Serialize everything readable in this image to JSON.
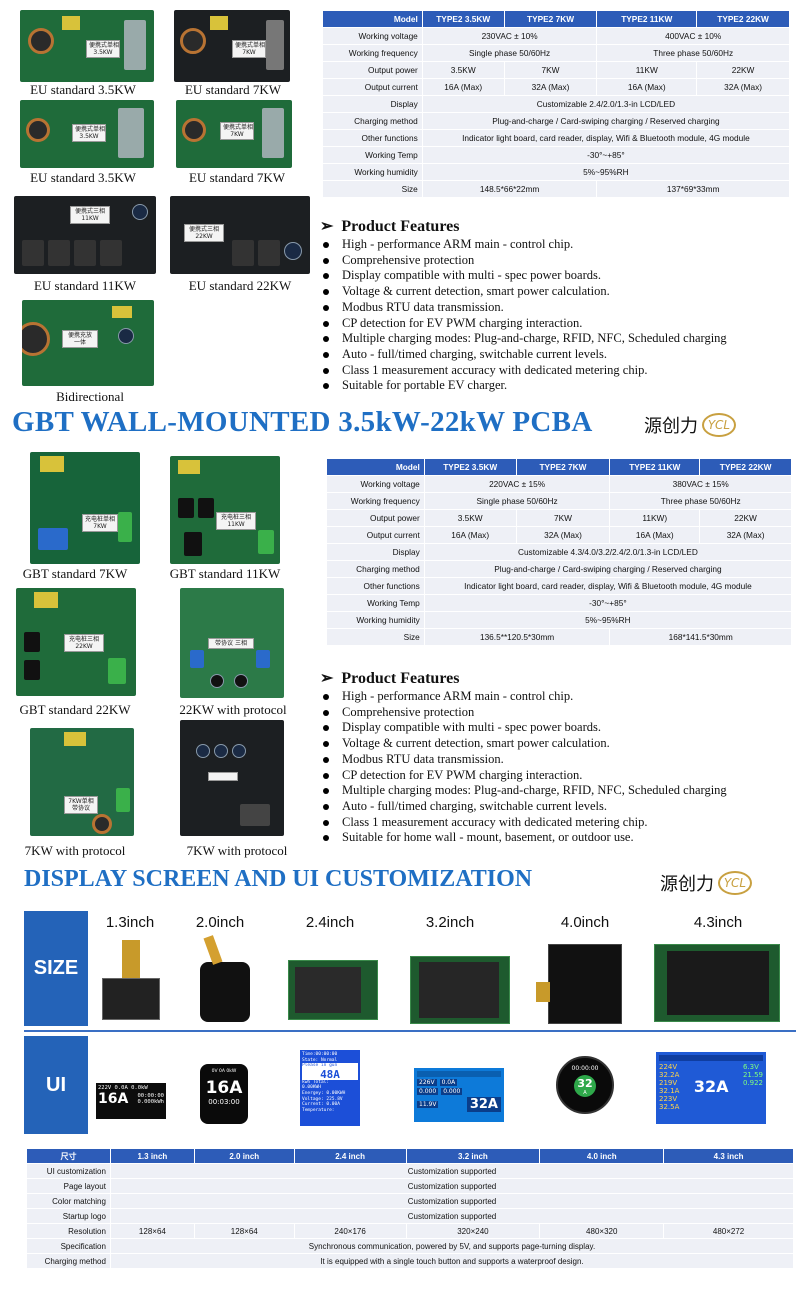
{
  "eu_boards": {
    "b1": {
      "caption": "EU standard 3.5KW",
      "label": "便携式单相\n3.5KW"
    },
    "b2": {
      "caption": "EU standard 7KW",
      "label": "便携式单相\n7KW"
    },
    "b3": {
      "caption": "EU standard 3.5KW",
      "label": "便携式单相\n3.5KW"
    },
    "b4": {
      "caption": "EU standard 7KW",
      "label": "便携式单相\n7KW"
    },
    "b5": {
      "caption": "EU standard 11KW",
      "label": "便携式三相\n11KW"
    },
    "b6": {
      "caption": "EU standard 22KW",
      "label": "便携式三相\n22KW"
    },
    "b7": {
      "caption": "Bidirectional",
      "label": "便携充放\n一体"
    }
  },
  "spec1": {
    "header": [
      "Model",
      "TYPE2 3.5KW",
      "TYPE2 7KW",
      "TYPE2 11KW",
      "TYPE2 22KW"
    ],
    "voltage": [
      "Working voltage",
      "230VAC ± 10%",
      "400VAC ± 10%"
    ],
    "frequency": [
      "Working frequency",
      "Single phase  50/60Hz",
      "Three phase  50/60Hz"
    ],
    "power": [
      "Output power",
      "3.5KW",
      "7KW",
      "11KW",
      "22KW"
    ],
    "current": [
      "Output current",
      "16A  (Max)",
      "32A  (Max)",
      "16A  (Max)",
      "32A  (Max)"
    ],
    "display": [
      "Display",
      "Customizable 2.4/2.0/1.3-in LCD/LED"
    ],
    "charging": [
      "Charging method",
      "Plug-and-charge / Card-swiping charging / Reserved charging"
    ],
    "other": [
      "Other functions",
      "Indicator light board, card reader, display, Wifi & Bluetooth module, 4G module"
    ],
    "temp": [
      "Working Temp",
      "-30°~+85°"
    ],
    "humidity": [
      "Working humidity",
      "5%~95%RH"
    ],
    "size": [
      "Size",
      "148.5*66*22mm",
      "137*69*33mm"
    ]
  },
  "features1": {
    "title": "Product Features",
    "items": [
      "High - performance ARM main - control chip.",
      "Comprehensive protection",
      "Display compatible with multi - spec power boards.",
      "Voltage & current detection, smart power calculation.",
      "Modbus RTU data transmission.",
      "CP detection for EV PWM charging interaction.",
      "Multiple charging modes: Plug-and-charge, RFID, NFC, Scheduled charging",
      "Auto - full/timed charging, switchable current levels.",
      "Class 1 measurement accuracy with dedicated metering chip.",
      "Suitable for portable EV charger."
    ]
  },
  "section2": {
    "title": "GBT WALL-MOUNTED 3.5kW-22kW PCBA",
    "logo": "源创力"
  },
  "gbt_boards": {
    "b1": {
      "caption": "GBT standard 7KW",
      "label": "充电桩单相\n7KW"
    },
    "b2": {
      "caption": "GBT standard 11KW",
      "label": "充电桩三相\n11KW"
    },
    "b3": {
      "caption": "GBT standard 22KW",
      "label": "充电桩三相\n22KW"
    },
    "b4": {
      "caption": "22KW with protocol",
      "label": "带协议 三相"
    },
    "b5": {
      "caption": "7KW with protocol",
      "label": "7KW单相\n带协议"
    },
    "b6": {
      "caption": "7KW with protocol",
      "label": ""
    }
  },
  "spec2": {
    "header": [
      "Model",
      "TYPE2 3.5KW",
      "TYPE2 7KW",
      "TYPE2 11KW",
      "TYPE2 22KW"
    ],
    "voltage": [
      "Working voltage",
      "220VAC ± 15%",
      "380VAC ± 15%"
    ],
    "frequency": [
      "Working frequency",
      "Single phase  50/60Hz",
      "Three phase  50/60Hz"
    ],
    "power": [
      "Output power",
      "3.5KW",
      "7KW",
      "11KW)",
      "22KW"
    ],
    "current": [
      "Output current",
      "16A  (Max)",
      "32A  (Max)",
      "16A  (Max)",
      "32A  (Max)"
    ],
    "display": [
      "Display",
      "Customizable 4.3/4.0/3.2/2.4/2.0/1.3-in LCD/LED"
    ],
    "charging": [
      "Charging method",
      "Plug-and-charge / Card-swiping charging / Reserved charging"
    ],
    "other": [
      "Other functions",
      "Indicator light board, card reader, display, Wifi & Bluetooth module, 4G module"
    ],
    "temp": [
      "Working Temp",
      "-30°~+85°"
    ],
    "humidity": [
      "Working humidity",
      "5%~95%RH"
    ],
    "size": [
      "Size",
      "136.5**120.5*30mm",
      "168*141.5*30mm"
    ]
  },
  "features2": {
    "title": "Product Features",
    "items": [
      "High - performance ARM main - control chip.",
      "Comprehensive protection",
      "Display compatible with multi - spec power boards.",
      "Voltage & current detection, smart power calculation.",
      "Modbus RTU data transmission.",
      "CP detection for EV PWM charging interaction.",
      "Multiple charging modes: Plug-and-charge, RFID, NFC, Scheduled charging",
      "Auto - full/timed charging, switchable current levels.",
      "Class 1 measurement accuracy with dedicated metering chip.",
      "Suitable for home wall - mount, basement, or outdoor use."
    ]
  },
  "section3": {
    "title": "DISPLAY SCREEN AND UI CUSTOMIZATION",
    "logo": "源创力"
  },
  "display": {
    "size_label": "SIZE",
    "ui_label": "UI",
    "sizes": [
      "1.3inch",
      "2.0inch",
      "2.4inch",
      "3.2inch",
      "4.0inch",
      "4.3inch"
    ],
    "ui13": {
      "l1": "222V  0.0A  0.0kW",
      "big": "16A",
      "l2": "00:00:00",
      "l3": "0.000kWh"
    },
    "ui20": {
      "top": "0V   0A   0kW",
      "big": "16A",
      "time": "00:03:00"
    },
    "ui24": {
      "time": "Time:00:00:00",
      "state": "State: Normal",
      "plug": "Please in gun",
      "big": "48A",
      "kwh": "kwh Total:",
      "kwhv": "0.00KWH",
      "energy": "Energey: 0.00KWH",
      "voltage": "Voltage: 225.8V",
      "current": "Current: 0.00A",
      "temp": "Temperature:"
    },
    "ui32": {
      "v": "226V",
      "a": "0.0A",
      "kw": "0.000",
      "kwh": "0.000",
      "cp": "11.9V",
      "big": "32A"
    },
    "ui40": {
      "time": "00:00:00",
      "big": "32",
      "unit": "A"
    },
    "ui43": {
      "v1": "224V",
      "v2": "219V",
      "v3": "223V",
      "a1": "32.2A",
      "a2": "32.1A",
      "a3": "32.5A",
      "big": "32A",
      "r1": "6.3V",
      "r2": "21.59",
      "r3": "0.922"
    }
  },
  "disp_table": {
    "header": [
      "尺寸",
      "1.3 inch",
      "2.0 inch",
      "2.4 inch",
      "3.2 inch",
      "4.0 inch",
      "4.3 inch"
    ],
    "ui_custom": [
      "UI customization",
      "Customization supported"
    ],
    "page_layout": [
      "Page layout",
      "Customization supported"
    ],
    "color": [
      "Color matching",
      "Customization supported"
    ],
    "startup": [
      "Startup logo",
      "Customization supported"
    ],
    "resolution": [
      "Resolution",
      "128×64",
      "128×64",
      "240×176",
      "320×240",
      "480×320",
      "480×272"
    ],
    "specification": [
      "Specification",
      "Synchronous communication, powered by 5V, and supports page-turning display."
    ],
    "charging": [
      "Charging method",
      "It is equipped with a single touch button and supports a waterproof design."
    ]
  }
}
